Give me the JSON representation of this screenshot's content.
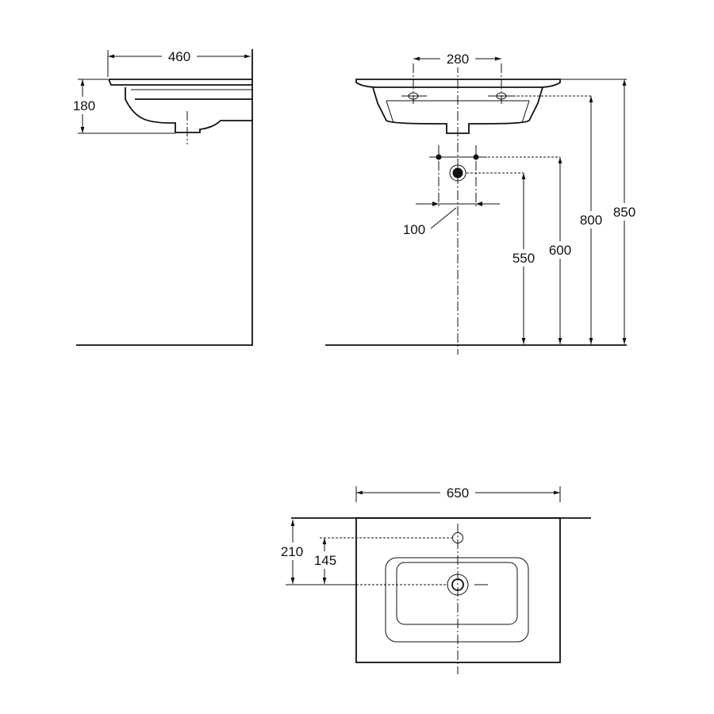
{
  "dimensions": {
    "side_width": "460",
    "side_height": "180",
    "tap_spacing": "280",
    "waste_offset": "100",
    "waste_height": "550",
    "supply_height": "600",
    "rim_height": "800",
    "top_height": "850",
    "basin_width": "650",
    "tap_hole_depth": "210",
    "waste_depth": "145"
  }
}
